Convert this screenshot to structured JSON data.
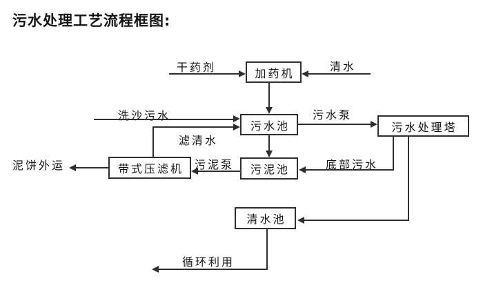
{
  "title": "污水处理工艺流程框图:",
  "diagram": {
    "boxes": {
      "dosing_machine": "加药机",
      "sewage_pool": "污水池",
      "treatment_tower": "污水处理塔",
      "sludge_pool": "污泥池",
      "belt_filter_press": "带式压滤机",
      "clean_water_pool": "清水池"
    },
    "flow_labels": {
      "dry_chemical": "干药剂",
      "clean_water": "清水",
      "sand_washing_sewage": "洗沙污水",
      "filtered_water": "滤清水",
      "sewage_pump": "污水泵",
      "bottom_sewage": "底部污水",
      "sludge_pump": "污泥泵",
      "mud_cake_outbound": "泥饼外运",
      "recycle_use": "循环利用"
    },
    "colors": {
      "line": "#2e2e2e",
      "text": "#141414",
      "background": "#ffffff"
    }
  }
}
